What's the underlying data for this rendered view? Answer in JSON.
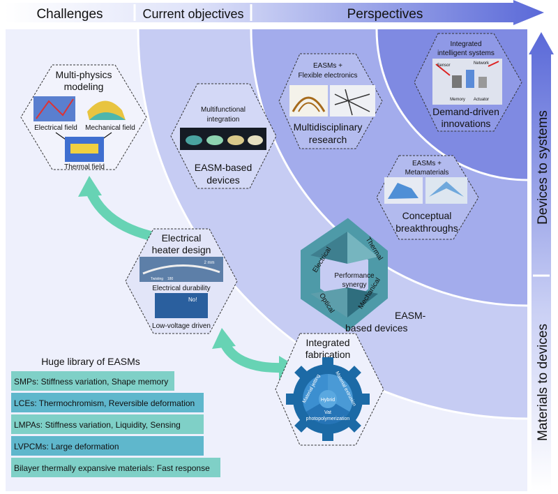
{
  "header": {
    "challenges": "Challenges",
    "objectives": "Current objectives",
    "perspectives": "Perspectives"
  },
  "side": {
    "devices_to_systems": "Devices to systems",
    "materials_to_devices": "Materials to devices"
  },
  "multiphysics": {
    "title_1": "Multi-physics",
    "title_2": "modeling",
    "electrical_field": "Electrical field",
    "mechanical_field": "Mechanical field",
    "thermal_field": "Thermal field"
  },
  "heater": {
    "title_1": "Electrical",
    "title_2": "heater design",
    "scale": "2 mm",
    "twisting": "Twisting",
    "twisting_deg": "180",
    "durability": "Electrical durability",
    "no": "No!",
    "low_voltage": "Low-voltage driven"
  },
  "easm_devices_hex": {
    "multi_1": "Multifunctional",
    "multi_2": "integration",
    "title_1": "EASM-based",
    "title_2": "devices"
  },
  "flexible": {
    "sub_1": "EASMs +",
    "sub_2": "Flexible electronics",
    "title_1": "Multidisciplinary",
    "title_2": "research"
  },
  "intelligent": {
    "sub_1": "Integrated",
    "sub_2": "intelligent systems",
    "sensor": "Sensor",
    "network": "Network",
    "memory": "Memory",
    "actuator": "Actuator",
    "title_1": "Demand-driven",
    "title_2": "innovations"
  },
  "metamaterials": {
    "sub_1": "EASMs +",
    "sub_2": "Metamaterials",
    "title_1": "Conceptual",
    "title_2": "breakthroughs"
  },
  "synergy": {
    "electrical": "Electrical",
    "thermal": "Thermal",
    "mechanical": "Mechanical",
    "optical": "Optical",
    "center_1": "Performance",
    "center_2": "synergy",
    "caption_1": "EASM-",
    "caption_2": "based devices"
  },
  "fabrication": {
    "title_1": "Integrated",
    "title_2": "fabrication",
    "jetting": "Material jetting",
    "extrusion": "Material extrusion",
    "hybrid": "Hybrid",
    "vat_1": "Vat",
    "vat_2": "photopolymerization"
  },
  "library": {
    "title": "Huge library of EASMs",
    "items": [
      "SMPs: Stiffness variation, Shape memory",
      "LCEs: Thermochromism, Reversible deformation",
      "LMPAs: Stiffness variation, Liquidity, Sensing",
      "LVPCMs:  Large deformation",
      "Bilayer thermally expansive materials:  Fast response"
    ]
  },
  "colors": {
    "arrow_teal": "#67d3b4",
    "ring_light": "#e6e9fb",
    "ring_mid": "#c4cbf3",
    "ring_dark": "#9aa5ea",
    "ring_darkest": "#7a85e0",
    "box_teal": "#7fd0c7",
    "box_blue": "#5fb7cc",
    "gear": "#1c6aa6",
    "frame_teal": "#4e9aa8"
  }
}
